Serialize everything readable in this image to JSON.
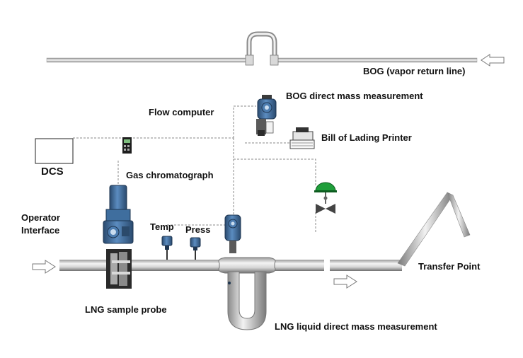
{
  "labels": {
    "bog_line": "BOG (vapor return line)",
    "bog_measurement": "BOG direct mass measurement",
    "flow_computer": "Flow computer",
    "bill_printer": "Bill of Lading Printer",
    "dcs": "DCS",
    "gas_chromatograph": "Gas chromatograph",
    "operator_interface_line1": "Operator",
    "operator_interface_line2": "Interface",
    "temp": "Temp",
    "press": "Press",
    "transfer_point": "Transfer Point",
    "lng_sample_probe": "LNG sample probe",
    "lng_liquid_measurement": "LNG liquid direct mass measurement"
  },
  "colors": {
    "pipe_light": "#f2f2f2",
    "pipe_mid": "#b8b8b8",
    "pipe_dark": "#6f6f6f",
    "transmitter_blue": "#3f6e9e",
    "transmitter_dark": "#1e3550",
    "valve_green": "#1f9e3a",
    "signal_line": "#8a8a8a"
  }
}
